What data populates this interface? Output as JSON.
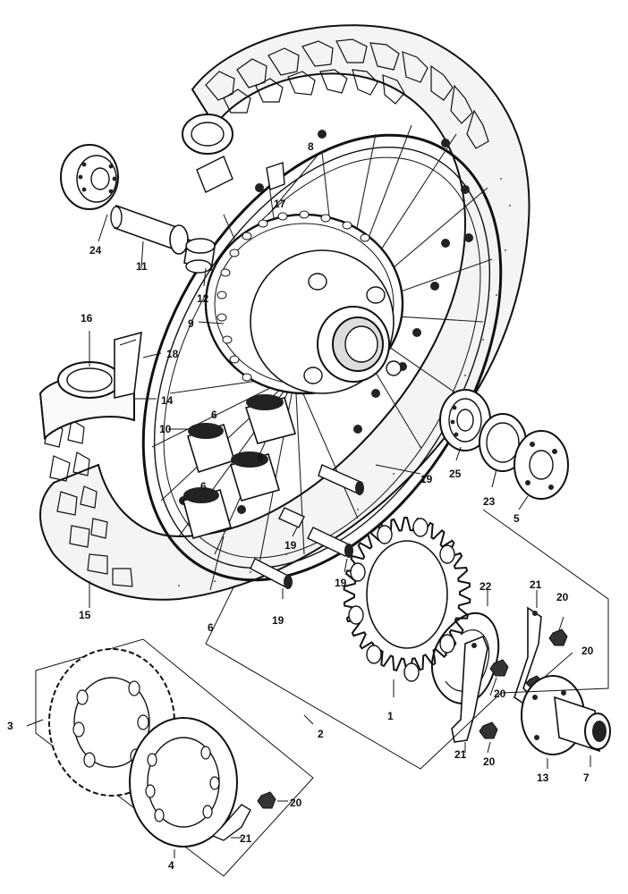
{
  "callouts": [
    {
      "id": "c1",
      "text": "1"
    },
    {
      "id": "c2",
      "text": "2"
    },
    {
      "id": "c3",
      "text": "3"
    },
    {
      "id": "c4",
      "text": "4"
    },
    {
      "id": "c5",
      "text": "5"
    },
    {
      "id": "c6a",
      "text": "6"
    },
    {
      "id": "c6b",
      "text": "6"
    },
    {
      "id": "c6c",
      "text": "6"
    },
    {
      "id": "c6d",
      "text": "6"
    },
    {
      "id": "c7",
      "text": "7"
    },
    {
      "id": "c8",
      "text": "8"
    },
    {
      "id": "c9",
      "text": "9"
    },
    {
      "id": "c10",
      "text": "10"
    },
    {
      "id": "c11",
      "text": "11"
    },
    {
      "id": "c12",
      "text": "12"
    },
    {
      "id": "c13",
      "text": "13"
    },
    {
      "id": "c14",
      "text": "14"
    },
    {
      "id": "c15",
      "text": "15"
    },
    {
      "id": "c16",
      "text": "16"
    },
    {
      "id": "c17",
      "text": "17"
    },
    {
      "id": "c18",
      "text": "18"
    },
    {
      "id": "c19a",
      "text": "19"
    },
    {
      "id": "c19b",
      "text": "19"
    },
    {
      "id": "c19c",
      "text": "19"
    },
    {
      "id": "c19d",
      "text": "19"
    },
    {
      "id": "c20a",
      "text": "20"
    },
    {
      "id": "c20b",
      "text": "20"
    },
    {
      "id": "c20c",
      "text": "20"
    },
    {
      "id": "c20d",
      "text": "20"
    },
    {
      "id": "c20e",
      "text": "20"
    },
    {
      "id": "c21a",
      "text": "21"
    },
    {
      "id": "c21b",
      "text": "21"
    },
    {
      "id": "c21c",
      "text": "21"
    },
    {
      "id": "c22",
      "text": "22"
    },
    {
      "id": "c23",
      "text": "23"
    },
    {
      "id": "c24",
      "text": "24"
    },
    {
      "id": "c25",
      "text": "25"
    }
  ]
}
